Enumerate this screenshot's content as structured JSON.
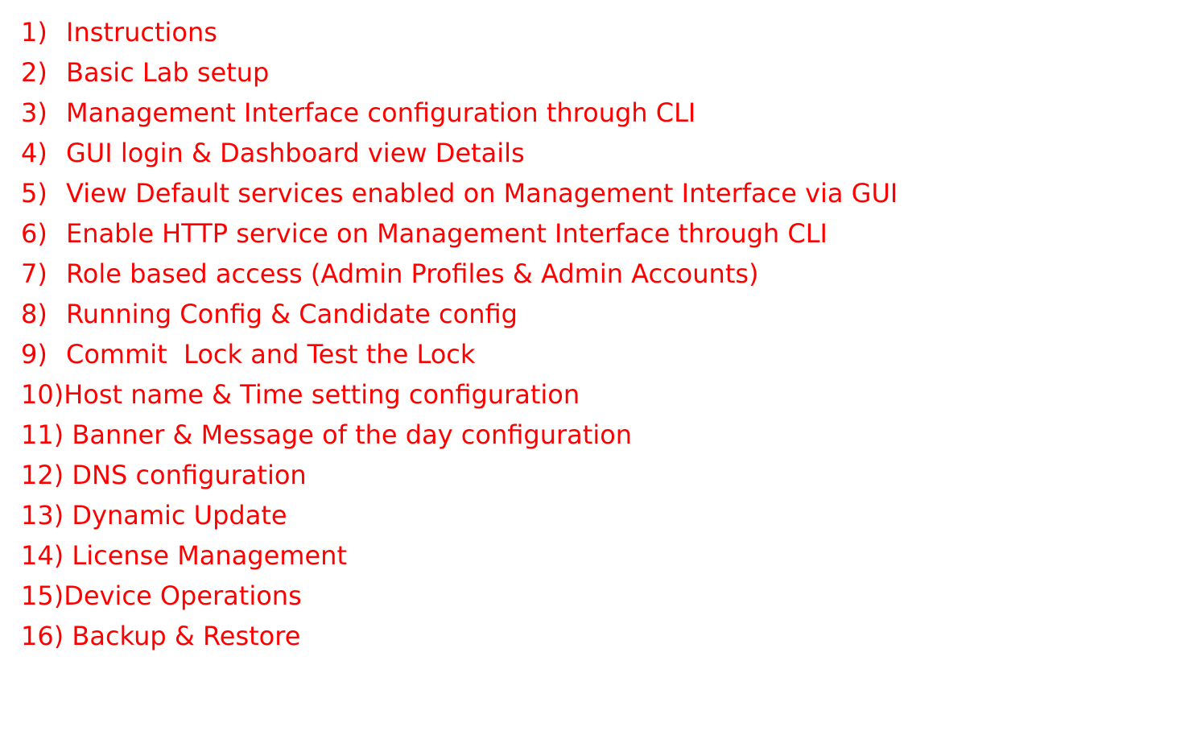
{
  "colors": {
    "text": "#ff0000",
    "background": "#ffffff"
  },
  "items": [
    {
      "num": "1)",
      "text": "Instructions",
      "hang": true
    },
    {
      "num": "2)",
      "text": "Basic Lab setup",
      "hang": true
    },
    {
      "num": "3)",
      "text": "Management Interface configuration through CLI",
      "hang": true
    },
    {
      "num": "4)",
      "text": "GUI login & Dashboard view Details",
      "hang": true
    },
    {
      "num": "5)",
      "text": "View Default services enabled on Management Interface via GUI",
      "hang": true
    },
    {
      "num": "6)",
      "text": "Enable HTTP service on Management Interface through CLI",
      "hang": true
    },
    {
      "num": "7)",
      "text": "Role based access (Admin Profiles & Admin Accounts)",
      "hang": true
    },
    {
      "num": "8)",
      "text": "Running Config & Candidate config",
      "hang": true
    },
    {
      "num": "9)",
      "text": "Commit  Lock and Test the Lock",
      "hang": true
    },
    {
      "num": "10)",
      "text": "Host name & Time setting configuration",
      "hang": false
    },
    {
      "num": "11) ",
      "text": "Banner & Message of the day configuration",
      "hang": false
    },
    {
      "num": "12) ",
      "text": "DNS configuration",
      "hang": false
    },
    {
      "num": "13) ",
      "text": "Dynamic Update",
      "hang": false
    },
    {
      "num": "14) ",
      "text": "License Management",
      "hang": false
    },
    {
      "num": "15)",
      "text": "Device Operations",
      "hang": false
    },
    {
      "num": "16) ",
      "text": "Backup & Restore",
      "hang": false
    }
  ]
}
